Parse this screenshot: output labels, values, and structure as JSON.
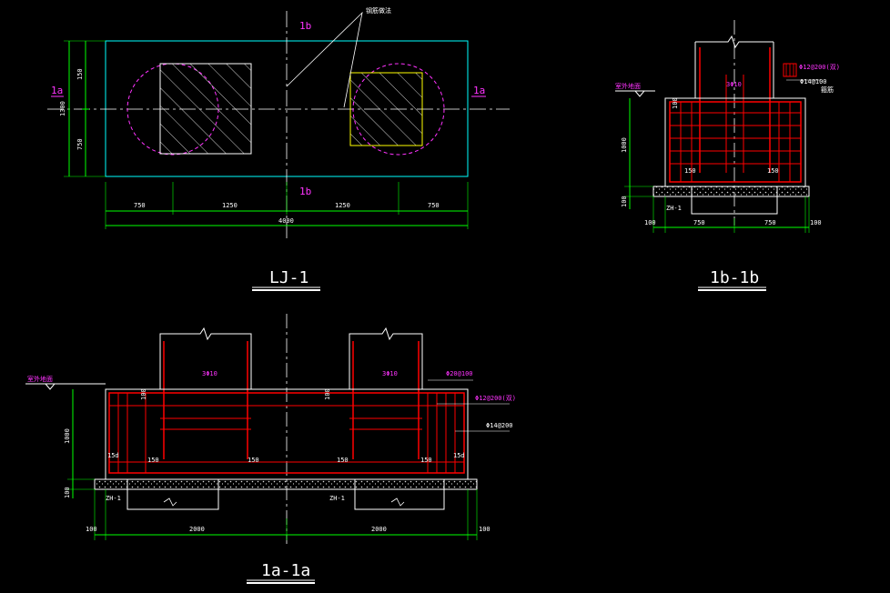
{
  "colors": {
    "background": "#000000",
    "cyan": "#00ffff",
    "green": "#00ff00",
    "red": "#ff0000",
    "magenta": "#ff33ff",
    "yellow": "#ffff00",
    "white": "#ffffff",
    "gray": "#b4b4b4"
  },
  "plan": {
    "title": "LJ-1",
    "section_a_left": "1a",
    "section_a_right": "1a",
    "section_b_top": "1b",
    "section_b_bottom": "1b",
    "dim_left_top": "150",
    "dim_left_total": "1300",
    "dim_left_bottom": "750",
    "dims_bottom": [
      "750",
      "1250",
      "1250",
      "750"
    ],
    "dim_total": "4000",
    "leader_note": "钢筋做法"
  },
  "section_b": {
    "title": "1b-1b",
    "level_label": "室外地面",
    "rebar_top_label": "3Φ10",
    "rebar_right_1": "Φ12@200(双)",
    "rebar_right_2": "Φ14@100",
    "rebar_right_3": "箍筋",
    "dim_height": "1000",
    "dim_top": "100",
    "dim_base": "100",
    "cover_left": "150",
    "cover_right": "150",
    "pad_label": "ZH-1",
    "dims_bottom": [
      "100",
      "750",
      "750",
      "100"
    ]
  },
  "section_a": {
    "title": "1a-1a",
    "level_label": "室外地面",
    "rebar_left": "3Φ10",
    "rebar_right": "3Φ10",
    "callout_1": "Φ20@100",
    "callout_2": "Φ12@200(双)",
    "callout_3": "Φ14@200",
    "dim_height": "1000",
    "dim_base": "100",
    "dim_top_left": "100",
    "dim_top_right": "100",
    "anchor_left": "15d",
    "anchor_right": "15d",
    "cover_labels": [
      "150",
      "150",
      "150",
      "150"
    ],
    "pad_label_left": "ZH-1",
    "pad_label_right": "ZH-1",
    "dims_bottom": [
      "100",
      "2000",
      "2000",
      "100"
    ]
  }
}
